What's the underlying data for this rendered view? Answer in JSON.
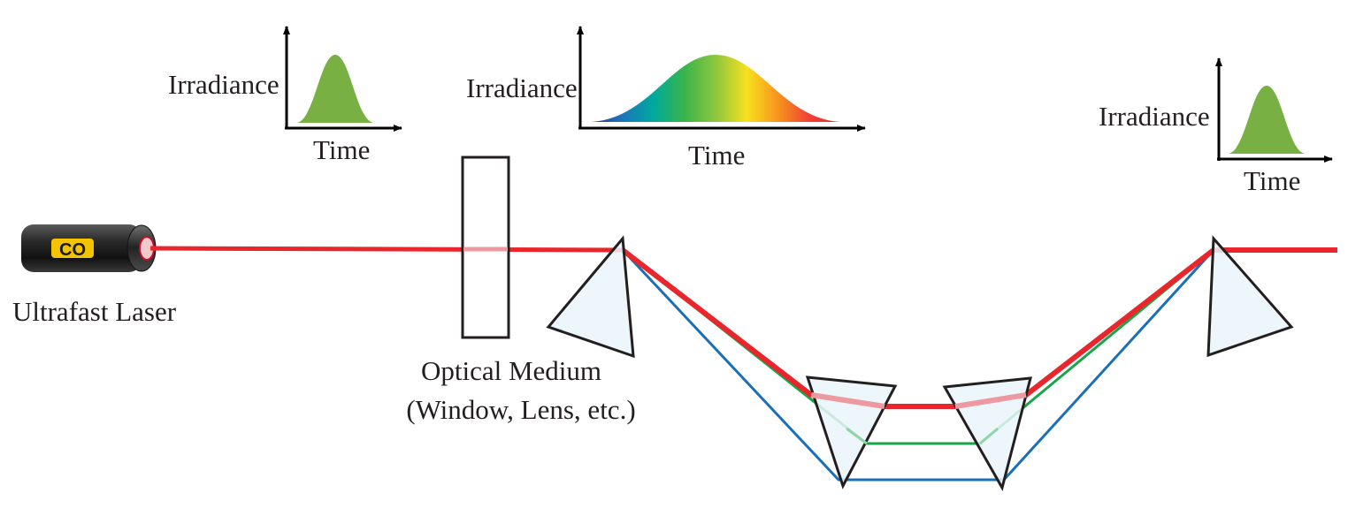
{
  "labels": {
    "laser": "Ultrafast Laser",
    "medium_line1": "Optical Medium",
    "medium_line2": "(Window, Lens, etc.)",
    "laser_logo": "CO"
  },
  "plots": [
    {
      "ylabel": "Irradiance",
      "xlabel": "Time",
      "pulse": "short",
      "fill": "green"
    },
    {
      "ylabel": "Irradiance",
      "xlabel": "Time",
      "pulse": "chirped",
      "fill": "rainbow"
    },
    {
      "ylabel": "Irradiance",
      "xlabel": "Time",
      "pulse": "short",
      "fill": "green"
    }
  ],
  "colors": {
    "beam_red": "#e8262b",
    "beam_red_inside": "#ec9aa0",
    "beam_green": "#1aa54b",
    "beam_green_inside": "#8fd6a6",
    "beam_blue": "#1a6fb8",
    "prism_fill": "#eaf5fa",
    "pulse_green": "#79b043",
    "outline": "#231f20"
  },
  "rainbow_stops": [
    "#2b3990",
    "#1c75bc",
    "#00a99d",
    "#39b54a",
    "#8dc63f",
    "#f7e11e",
    "#f7941d",
    "#ef4136",
    "#e82a2e"
  ]
}
